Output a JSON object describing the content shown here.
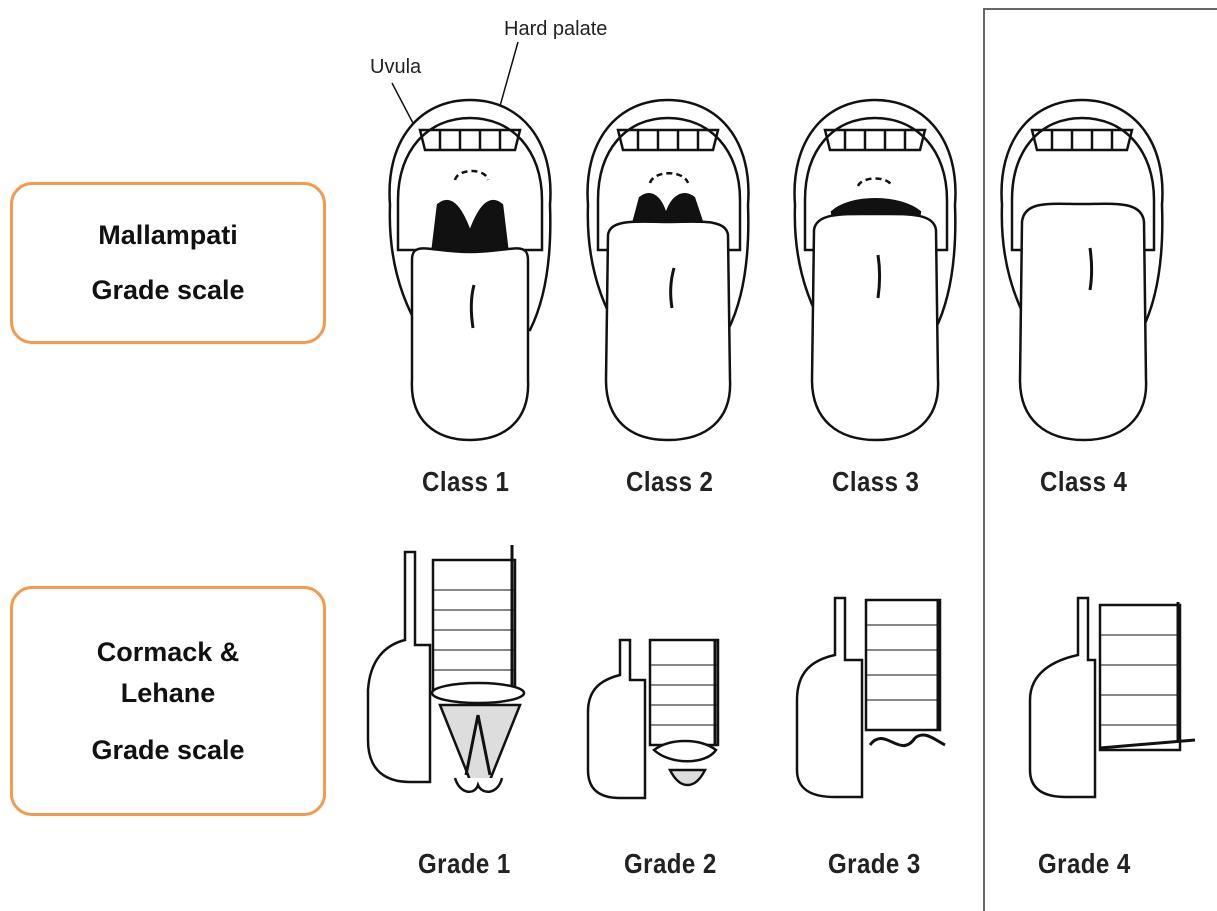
{
  "labels": {
    "mallampati_line1": "Mallampati",
    "mallampati_line2": "Grade scale",
    "cormack_line1": "Cormack &",
    "cormack_line2": "Lehane",
    "cormack_line3": "Grade scale"
  },
  "annotations": {
    "uvula": "Uvula",
    "hard_palate": "Hard palate"
  },
  "classes": [
    "Class 1",
    "Class 2",
    "Class 3",
    "Class 4"
  ],
  "grades": [
    "Grade 1",
    "Grade 2",
    "Grade 3",
    "Grade 4"
  ],
  "colors": {
    "box_border": "#f39a4c",
    "ink": "#111111",
    "divider": "#666666"
  }
}
